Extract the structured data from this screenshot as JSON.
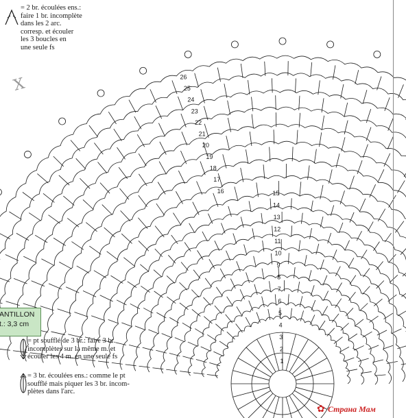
{
  "legend": [
    {
      "text": "= 2 br. écoulées ens.:\nfaire 1 br. incomplète\ndans les 2 arc.\ncorresp. et écouler\nles 3 boucles en\nune seule fs",
      "symbol": "inverted-v-icon"
    },
    {
      "text": "= pt soufflé de 3 br.: faire 3 br.\nincomplètes sur la même m. et\nécouler les 4 m. en une seule fs",
      "symbol": "puff-stitch-icon"
    },
    {
      "text": "= 3 br. écoulées ens.: comme le pt\nsoufflé mais piquer les 3 br. incom-\nplètes dans l'arc.",
      "symbol": "cluster-icon"
    }
  ],
  "gauge": {
    "title": "ANTILLON",
    "value": "t.: 3,3 cm"
  },
  "watermark": "Страна Мам",
  "row_numbers": [
    "1",
    "2",
    "3",
    "4",
    "5",
    "6",
    "7",
    "8",
    "9",
    "10",
    "11",
    "12",
    "13",
    "14",
    "15",
    "16",
    "17",
    "18",
    "19",
    "20",
    "21",
    "22",
    "23",
    "24",
    "25",
    "26"
  ],
  "margin_note": "X",
  "colors": {
    "ink": "#1a1a1a",
    "gauge_bg": "#c9e6c5",
    "watermark": "#cc2222"
  }
}
